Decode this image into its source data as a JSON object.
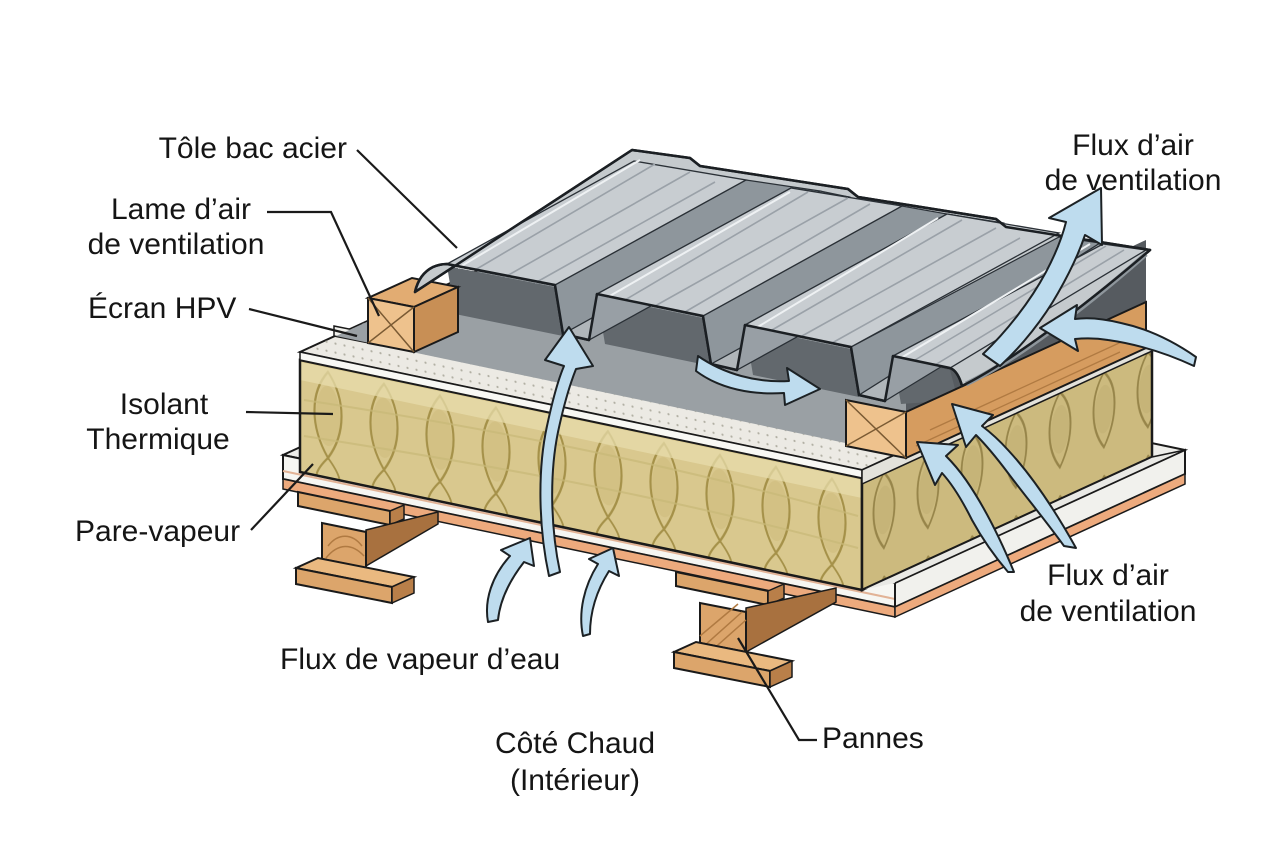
{
  "diagram": {
    "type": "roof-assembly-cutaway",
    "background": "#ffffff",
    "labels": {
      "tole_bac_acier": "Tôle bac acier",
      "lame_dair_line1": "Lame d’air",
      "lame_dair_line2": "de ventilation",
      "ecran_hpv": "Écran HPV",
      "isolant_line1": "Isolant",
      "isolant_line2": "Thermique",
      "pare_vapeur": "Pare-vapeur",
      "flux_vapeur": "Flux de vapeur d’eau",
      "cote_chaud_line1": "Côté Chaud",
      "cote_chaud_line2": "(Intérieur)",
      "pannes": "Pannes",
      "flux_air_top_line1": "Flux d’air",
      "flux_air_top_line2": "de ventilation",
      "flux_air_mid_line1": "Flux d’air",
      "flux_air_mid_line2": "de ventilation"
    },
    "colors": {
      "outline": "#1a1a1a",
      "steel_crest": "#c5cacd",
      "steel_web": "#8e969c",
      "steel_valley": "#b0b6ba",
      "air_gap_shadow": "#9aa0a4",
      "tunnel_dark": "#62686d",
      "wood_face": "#eec28d",
      "wood_top": "#e2ac72",
      "wood_side": "#c88f55",
      "purlin_wood": "#dca56b",
      "purlin_shadow": "#a8713f",
      "insulation": "#d9c88e",
      "insulation_loop": "#a59149",
      "membrane": "#eceae4",
      "deck_white": "#f6f6f2",
      "deck_salmon": "#edaa7d",
      "arrow_fill": "#bedcee",
      "text": "#151515"
    }
  }
}
